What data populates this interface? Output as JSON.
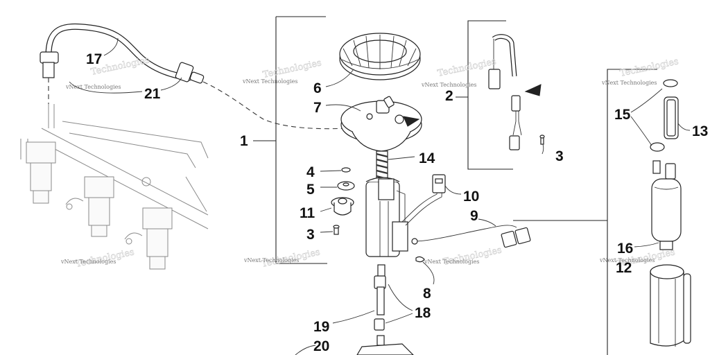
{
  "callouts": {
    "c1": "1",
    "c2": "2",
    "c3a": "3",
    "c3b": "3",
    "c4": "4",
    "c5": "5",
    "c6": "6",
    "c7": "7",
    "c8": "8",
    "c9": "9",
    "c10": "10",
    "c11": "11",
    "c12": "12",
    "c13": "13",
    "c14": "14",
    "c15": "15",
    "c16": "16",
    "c17": "17",
    "c18": "18",
    "c19": "19",
    "c20": "20",
    "c21": "21"
  },
  "watermark": "vNext Technologies",
  "watermark_ghost": "Technologies",
  "icons": [
    "direction-arrow-icon",
    "direction-arrow-icon"
  ]
}
